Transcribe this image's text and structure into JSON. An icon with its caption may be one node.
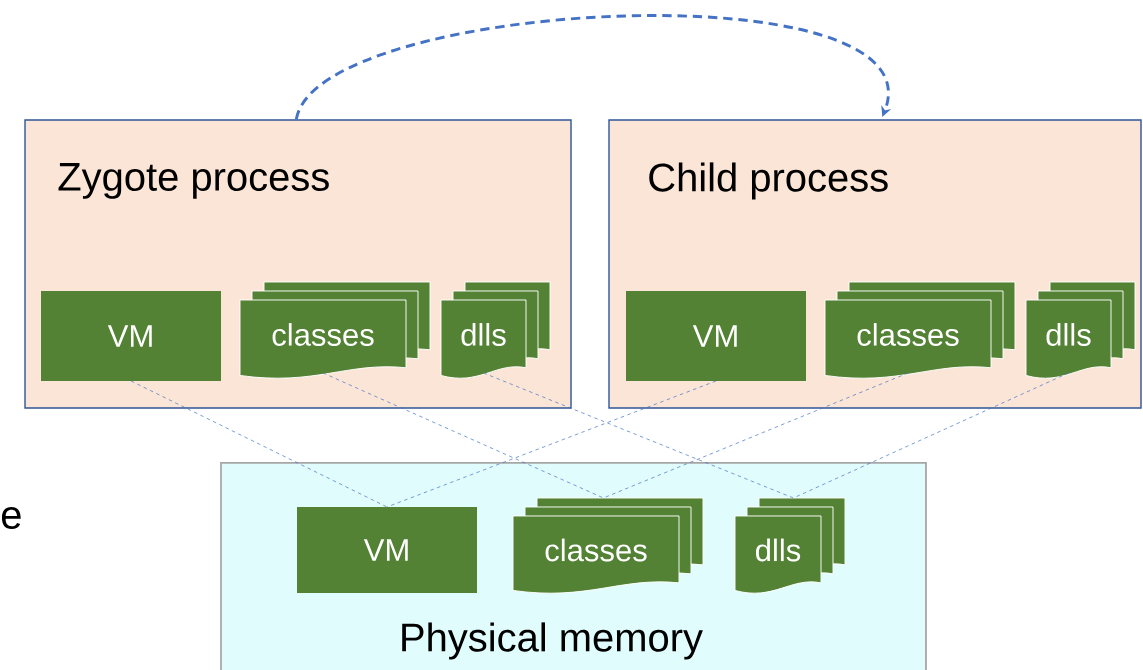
{
  "diagram": {
    "nodes": [
      {
        "text": [
          "Zygote process"
        ]
      },
      {
        "text": [
          "VM"
        ],
        "in": 0
      },
      {
        "text": [
          "classes"
        ],
        "in": 0
      },
      {
        "text": [
          "dlls"
        ],
        "in": 0
      },
      {
        "text": [
          "Child process"
        ]
      },
      {
        "text": [
          "VM"
        ],
        "in": 4
      },
      {
        "text": [
          "classes"
        ],
        "in": 4
      },
      {
        "text": [
          "dlls"
        ],
        "in": 4
      },
      {
        "text": [
          "Physical memory"
        ]
      },
      {
        "text": [
          "VM"
        ],
        "in": 8
      },
      {
        "text": [
          "classes"
        ],
        "in": 8
      },
      {
        "text": [
          "dlls"
        ],
        "in": 8
      }
    ],
    "edges": [
      {
        "from": 0,
        "to": 4,
        "arrow": "to",
        "style": "dashed"
      },
      {
        "from": 1,
        "to": 9,
        "arrow": "none",
        "style": "dashed"
      },
      {
        "from": 2,
        "to": 10,
        "arrow": "none",
        "style": "dashed"
      },
      {
        "from": 3,
        "to": 11,
        "arrow": "none",
        "style": "dashed"
      },
      {
        "from": 5,
        "to": 9,
        "arrow": "none",
        "style": "dashed"
      },
      {
        "from": 6,
        "to": 10,
        "arrow": "none",
        "style": "dashed"
      },
      {
        "from": 7,
        "to": 11,
        "arrow": "none",
        "style": "dashed"
      }
    ],
    "labels": [
      "e"
    ]
  }
}
